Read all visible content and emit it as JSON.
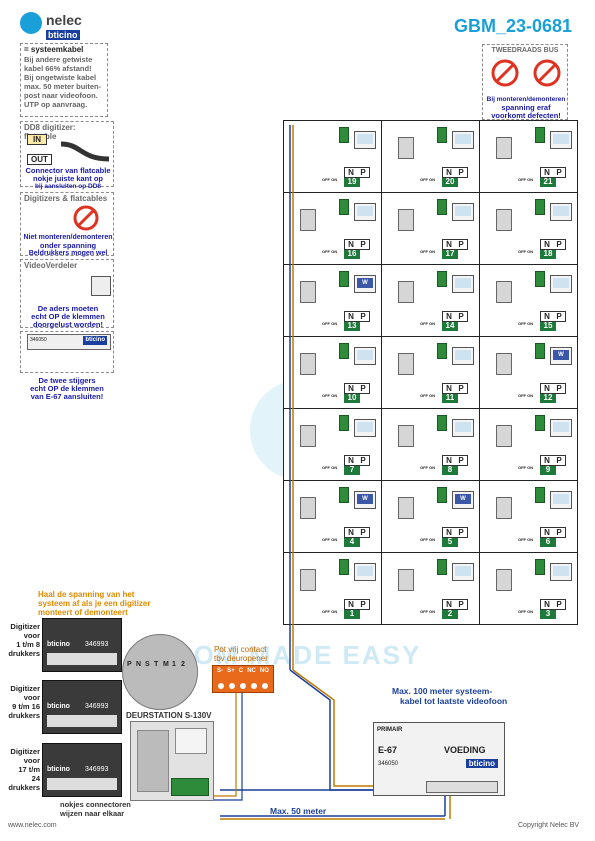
{
  "brand": {
    "logo_name": "nelec",
    "logo_sub": "bticino"
  },
  "doc_title": "GBM_23-0681",
  "footer": {
    "left": "www.nelec.com",
    "right": "Copyright Nelec BV"
  },
  "watermark": "FROM MADE EASY",
  "notes": {
    "cable": {
      "title": "= systeemkabel",
      "lines": [
        "Bij andere getwiste",
        "kabel 66% afstand!",
        "Bij ongetwiste kabel",
        "max. 50 meter buiten-",
        "post naar videofoon.",
        "UTP op aanvraag."
      ]
    },
    "dd8": {
      "title": "DD8 digitizer: flatcable",
      "in_label": "IN",
      "out_label": "OUT",
      "lines": [
        "Connector van flatcable",
        "nokje juiste kant op",
        "bij aansluiten op DD8"
      ]
    },
    "digitizers": {
      "title": "Digitizers & flatcables",
      "lines": [
        "Niet monteren/demonteren",
        "onder spanning",
        "Beldrukkers mogen wel"
      ]
    },
    "videoverdeler": {
      "title": "VideoVerdeler",
      "lines": [
        "De aders moeten",
        "echt OP de klemmen",
        "doorgelust worden!"
      ]
    },
    "stijgers": {
      "part_no": "346050",
      "brand": "bticino",
      "lines": [
        "De twee stijgers",
        "echt OP de klemmen",
        "van E-67 aansluiten!"
      ]
    },
    "tweedraads": {
      "title": "TWEEDRAADS BUS",
      "lines": [
        "Bij monteren/demonteren",
        "spanning eraf",
        "voorkomt defecten!"
      ]
    },
    "spanning": {
      "lines": [
        "Haal de spanning van het",
        "systeem af als je een digitizer",
        "monteert of demonteert"
      ]
    }
  },
  "grid": {
    "off_on": "OFF ON",
    "np": [
      "N",
      "P"
    ],
    "rows": [
      [
        "19",
        "20",
        "21"
      ],
      [
        "16",
        "17",
        "18"
      ],
      [
        "13",
        "14",
        "15"
      ],
      [
        "10",
        "11",
        "12"
      ],
      [
        "7",
        "8",
        "9"
      ],
      [
        "4",
        "5",
        "6"
      ],
      [
        "1",
        "2",
        "3"
      ]
    ],
    "w_label": "W"
  },
  "digitizer_labels": [
    [
      "Digitizer",
      "voor",
      "1 t/m 8",
      "drukkers"
    ],
    [
      "Digitizer",
      "voor",
      "9 t/m 16",
      "drukkers"
    ],
    [
      "Digitizer",
      "voor",
      "17 t/m 24",
      "drukkers"
    ]
  ],
  "digitizer_part": "346993",
  "door_station": {
    "title": "DEURSTATION S-130V",
    "terminals": [
      "P",
      "N",
      "S",
      "T",
      "M",
      "1",
      "2"
    ]
  },
  "pot_contact": {
    "lines": [
      "Pot.vrij contact",
      "tbv deuropener"
    ],
    "terminals": [
      "S-",
      "S+",
      "C",
      "NC",
      "NO"
    ]
  },
  "psu": {
    "primair": "PRIMAIR",
    "model": "E-67",
    "voeding": "VOEDING",
    "part": "346050",
    "brand": "bticino"
  },
  "cable_notes": {
    "max100": [
      "Max. 100 meter systeem-",
      "kabel tot laatste videofoon"
    ],
    "max50": "Max. 50 meter",
    "nokjes": [
      "nokjes connectoren",
      "wijzen naar elkaar"
    ]
  },
  "colors": {
    "blue": "#1b3f9c",
    "green": "#1d7a3a",
    "orange": "#e08a00",
    "title_blue": "#1aa0d8"
  }
}
